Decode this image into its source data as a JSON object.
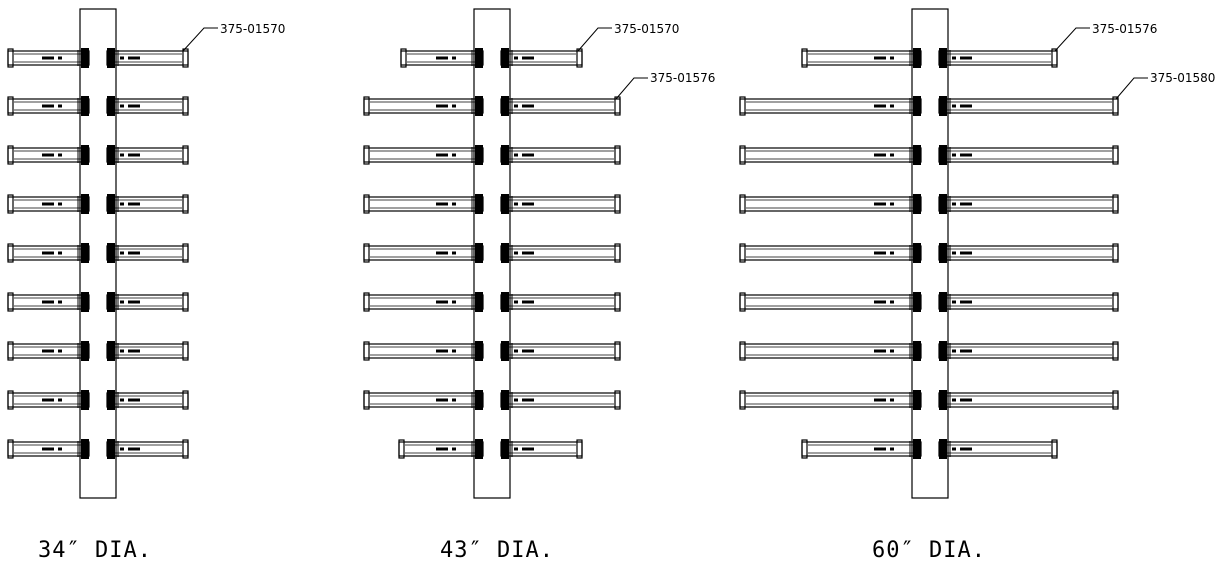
{
  "drawings": [
    {
      "id": "34",
      "diameter_label": "34″ DIA.",
      "callouts": [
        {
          "part_number": "375-01570"
        }
      ]
    },
    {
      "id": "43",
      "diameter_label": "43″ DIA.",
      "callouts": [
        {
          "part_number": "375-01570"
        },
        {
          "part_number": "375-01576"
        }
      ]
    },
    {
      "id": "60",
      "diameter_label": "60″ DIA.",
      "callouts": [
        {
          "part_number": "375-01576"
        },
        {
          "part_number": "375-01580"
        }
      ]
    }
  ],
  "colors": {
    "line": "#000000",
    "background": "#ffffff"
  }
}
